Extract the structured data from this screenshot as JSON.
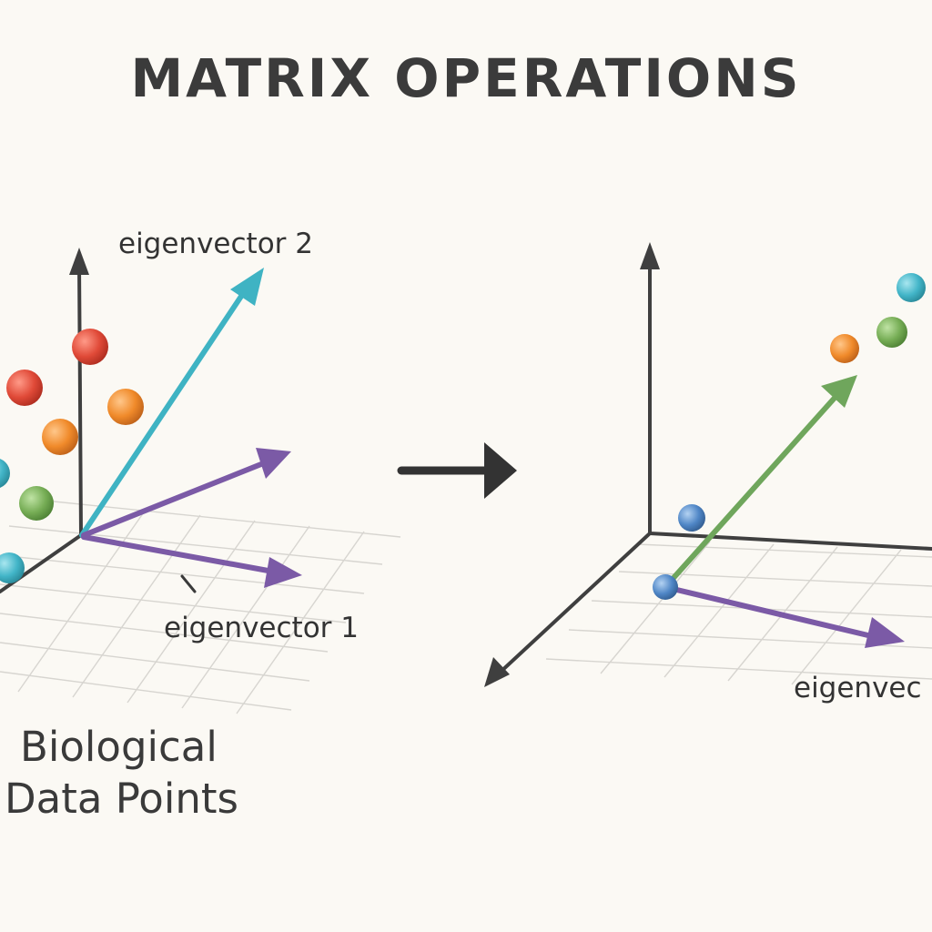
{
  "title": "MATRIX OPERATIONS",
  "left_panel": {
    "eigenvector_2_label": "eigenvector 2",
    "eigenvector_1_label": "eigenvector 1",
    "caption_line1": "Biological",
    "caption_line2": "Data Points"
  },
  "right_panel": {
    "eigenvector_label": "eigenvec"
  },
  "colors": {
    "background": "#fbf9f4",
    "axis": "#3f3f3f",
    "teal": "#3fb3c3",
    "purple": "#7b5aa6",
    "green": "#6fa65c",
    "red": "#e04a38",
    "orange": "#f08a2a",
    "ball_green": "#76ad55",
    "ball_teal": "#42b5c8",
    "ball_blue": "#4f86c6"
  },
  "icons": [
    "transform-arrow-icon"
  ]
}
